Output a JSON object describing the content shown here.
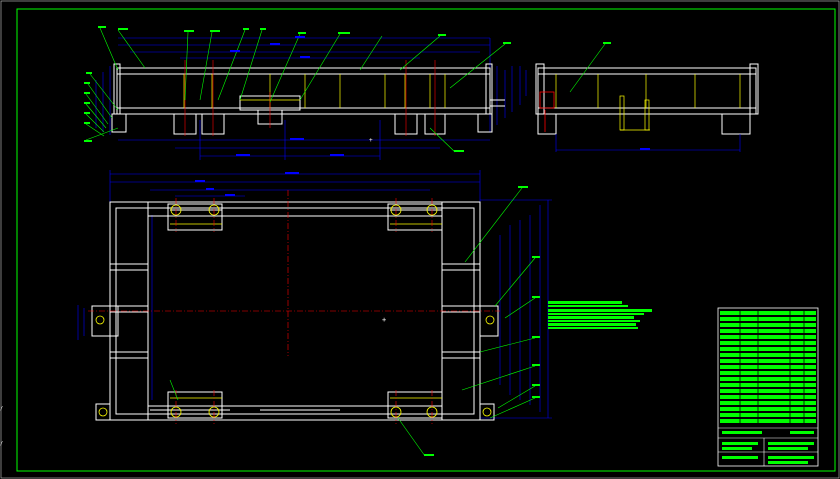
{
  "drawing": {
    "background": "#000000",
    "colors": {
      "outline": "#ffffff",
      "dimension": "#0000ff",
      "leader": "#00ff00",
      "centerline": "#ff0000",
      "hidden": "#ffff00",
      "border": "#00ff00"
    },
    "views": [
      "front-elevation",
      "side-elevation",
      "plan-view"
    ],
    "callouts": {
      "parts_list_rows": 9,
      "title_block_rows": 16
    }
  }
}
